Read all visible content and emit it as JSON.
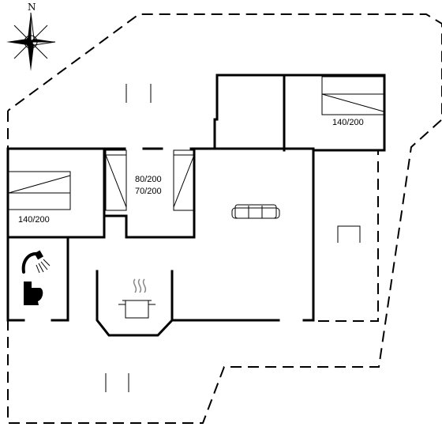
{
  "compass": {
    "north_letter": "N",
    "icon": "compass-rose-icon"
  },
  "rooms": {
    "bedroom_left": {
      "bed_size": "140/200",
      "icon": "double-bed-icon"
    },
    "bedroom_top_right": {
      "bed_size": "140/200",
      "icon": "double-bed-icon"
    },
    "bedroom_bunk": {
      "bed_size_1": "80/200",
      "bed_size_2": "70/200",
      "icon": "single-bed-icon"
    },
    "living": {
      "icon": "sofa-icon"
    },
    "kitchen": {
      "icon": "cooking-pot-icon"
    },
    "bathroom": {
      "icons": [
        "shower-icon",
        "toilet-icon"
      ]
    },
    "annex": {
      "icon": "chair-icon"
    }
  },
  "colors": {
    "line": "#000000",
    "background": "#ffffff"
  }
}
